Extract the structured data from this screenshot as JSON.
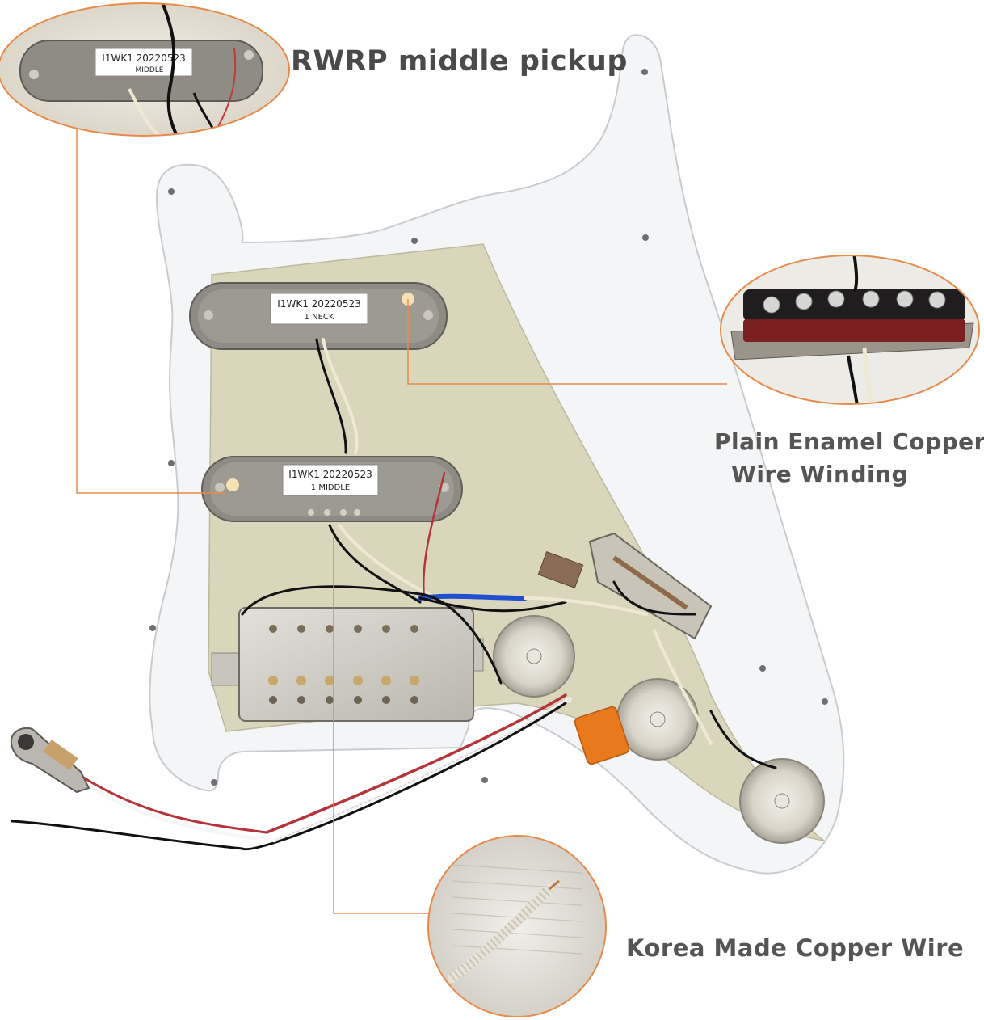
{
  "callouts": {
    "rwrp": "RWRP middle pickup",
    "enamel_line1": "Plain Enamel Copper",
    "enamel_line2": "Wire Winding",
    "korea": "Korea Made Copper Wire"
  },
  "pickup_labels": {
    "neck_code": "I1WK1 20220523",
    "neck_pos": "1 NECK",
    "middle_code": "I1WK1 20220523",
    "middle_pos": "1 MIDDLE",
    "zoom_code": "I1WK1 20220523",
    "zoom_pos": "MIDDLE"
  },
  "colors": {
    "pickguard": "#f4f5f6",
    "shield": "#d9d6bc",
    "callout_line": "#e88a4a",
    "text": "#555555",
    "capacitor": "#e8791c"
  }
}
